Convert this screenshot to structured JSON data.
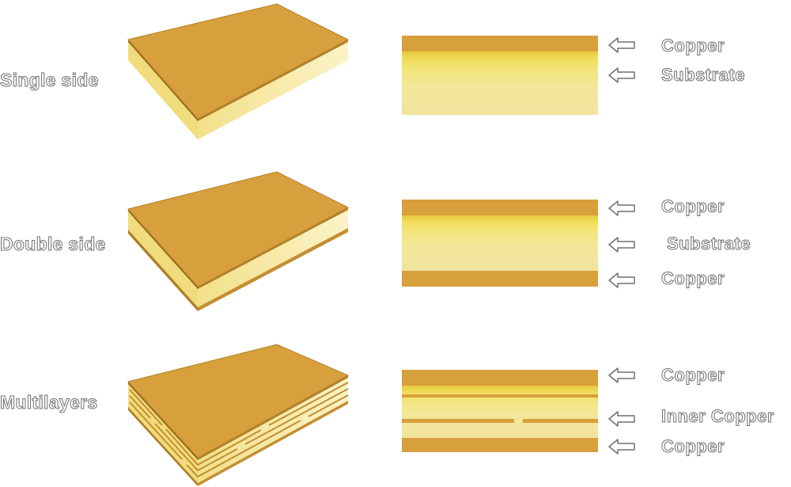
{
  "rows": [
    {
      "label": "Single side",
      "layers": [
        "Copper",
        "Substrate"
      ]
    },
    {
      "label": "Double side",
      "layers": [
        "Copper",
        "Substrate",
        "Copper"
      ]
    },
    {
      "label": "Multilayers",
      "layers": [
        "Copper",
        "Inner Copper",
        "Copper"
      ]
    }
  ],
  "colors": {
    "copper": "#d89f3d",
    "substrate": "#f2e59c",
    "substrate_edge": "#e6c93c",
    "label_outline": "#707070"
  },
  "icons": {
    "arrow": "left-arrow-outline-icon"
  }
}
